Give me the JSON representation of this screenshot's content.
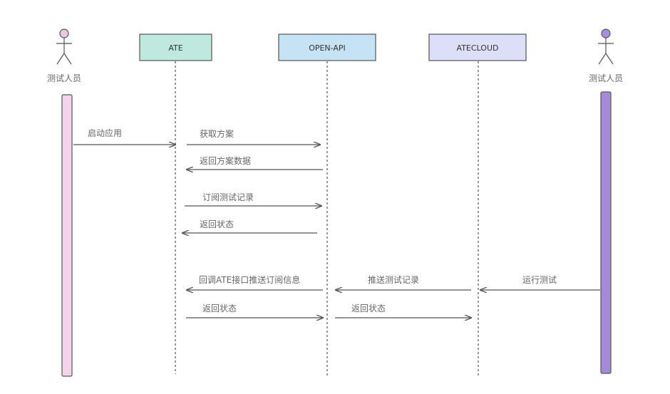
{
  "actors": [
    {
      "id": "tester-left",
      "label": "测试人员",
      "color": "#e9c8e3",
      "bar_color": "#f3d4eb"
    },
    {
      "id": "tester-right",
      "label": "测试人员",
      "color": "#a98ee0",
      "bar_color": "#a48ad9"
    }
  ],
  "participants": [
    {
      "id": "ate",
      "label": "ATE",
      "fill": "#bfe9df"
    },
    {
      "id": "open-api",
      "label": "OPEN-API",
      "fill": "#c5e3f5"
    },
    {
      "id": "atecloud",
      "label": "ATECLOUD",
      "fill": "#dddff9"
    }
  ],
  "messages": [
    {
      "label": "启动应用",
      "from": "tester-left",
      "to": "ate"
    },
    {
      "label": "获取方案",
      "from": "ate",
      "to": "open-api"
    },
    {
      "label": "返回方案数据",
      "from": "open-api",
      "to": "ate"
    },
    {
      "label": "订阅测试记录",
      "from": "ate",
      "to": "open-api"
    },
    {
      "label": "返回状态",
      "from": "open-api",
      "to": "ate"
    },
    {
      "label": "运行测试",
      "from": "tester-right",
      "to": "atecloud"
    },
    {
      "label": "推送测试记录",
      "from": "atecloud",
      "to": "open-api"
    },
    {
      "label": "回调ATE接口推送订阅信息",
      "from": "open-api",
      "to": "ate"
    },
    {
      "label": "返回状态",
      "from": "ate",
      "to": "open-api"
    },
    {
      "label": "返回状态",
      "from": "open-api",
      "to": "atecloud"
    }
  ]
}
